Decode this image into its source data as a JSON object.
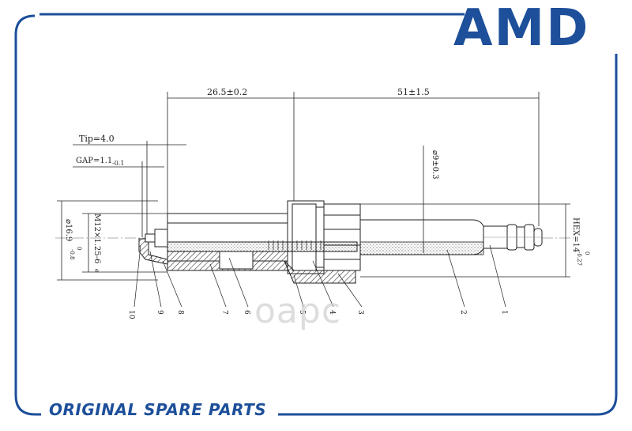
{
  "brand": {
    "logo_text": "AMD",
    "color": "#1d4f9a"
  },
  "footer": {
    "text": "ORIGINAL SPARE PARTS"
  },
  "watermark": {
    "text": "oapc"
  },
  "dimensions": {
    "d1": "26.5±0.2",
    "d2": "51±1.5",
    "tip": "Tip=4.0",
    "gap_main": "GAP=1.1",
    "gap_sub": "-0.1",
    "dia9": "⌀9±0.3",
    "thread_main": "M12×1.25-6",
    "thread_sub": "e",
    "dia16_main": "⌀16.9",
    "dia16_top": "0",
    "dia16_bot": "-0.8",
    "hex_main": "HEX=14",
    "hex_top": "0",
    "hex_bot": "-0.27"
  },
  "callouts": [
    "10",
    "9",
    "8",
    "7",
    "6",
    "5",
    "4",
    "3",
    "2",
    "1"
  ]
}
